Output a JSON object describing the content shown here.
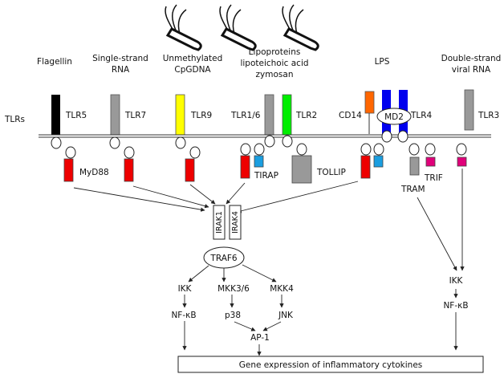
{
  "ligands": {
    "flagellin": "Flagellin",
    "ssrna_1": "Single-strand",
    "ssrna_2": "RNA",
    "cpg_1": "Unmethylated",
    "cpg_2": "CpGDNA",
    "lipo_1": "Lipoproteins",
    "lipo_2": "lipoteichoic acid",
    "lipo_3": "zymosan",
    "lps": "LPS",
    "dsrna_1": "Double-strand",
    "dsrna_2": "viral RNA"
  },
  "receptors": {
    "tlrs": "TLRs",
    "tlr5": "TLR5",
    "tlr7": "TLR7",
    "tlr9": "TLR9",
    "tlr16": "TLR1/6",
    "tlr2": "TLR2",
    "cd14": "CD14",
    "md2": "MD2",
    "tlr4": "TLR4",
    "tlr3": "TLR3"
  },
  "adaptors": {
    "myd88": "MyD88",
    "tirap": "TIRAP",
    "tollip": "TOLLIP",
    "tram": "TRAM",
    "trif": "TRIF"
  },
  "signaling": {
    "irak1": "IRAK1",
    "irak4": "IRAK4",
    "traf6": "TRAF6",
    "ikk": "IKK",
    "nfkb": "NF-κB",
    "mkk36": "MKK3/6",
    "p38": "p38",
    "mkk4": "MKK4",
    "jnk": "JNK",
    "ap1": "AP-1",
    "ikk_r": "IKK",
    "nfkb_r": "NF-κB"
  },
  "output": {
    "gene_expression": "Gene expression of inflammatory cytokines"
  },
  "colors": {
    "tlr5": "#000000",
    "tlr_gray": "#999999",
    "tlr9": "#ffff00",
    "tlr2": "#00ee00",
    "cd14": "#ff6600",
    "tlr4": "#0000ee",
    "myd88": "#ee0000",
    "tirap": "#1a9ee0",
    "trif": "#e0007a",
    "tollip": "#999999"
  }
}
